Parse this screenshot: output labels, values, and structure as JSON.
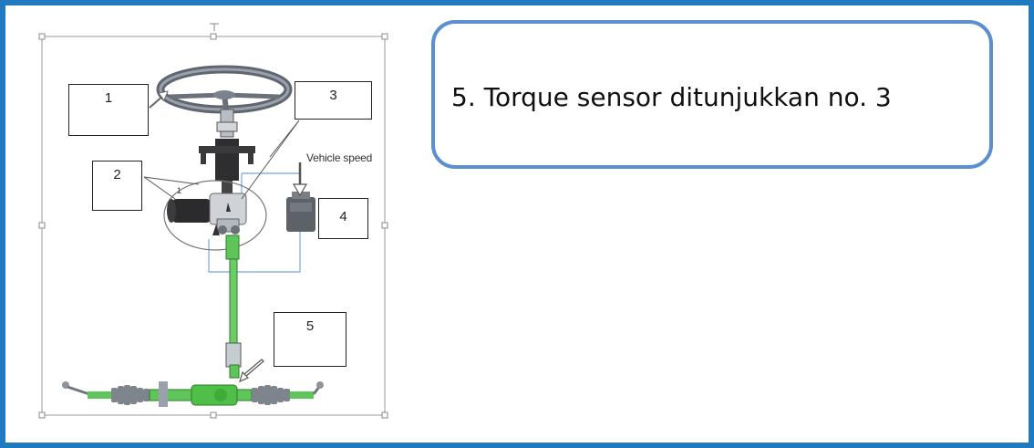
{
  "colors": {
    "border": "#1f7ac0",
    "callout_border": "#5b8fd0",
    "shaft_green": "#5fc45a",
    "wire_blue": "#8ab4e0"
  },
  "figure": {
    "labels": {
      "box1": "1",
      "box2": "2",
      "box3": "3",
      "box4": "4",
      "box5": "5",
      "vehicle_speed": "Vehicle speed"
    },
    "icons": [
      "steering-wheel-icon",
      "steering-column-icon",
      "motor-icon",
      "ecu-icon",
      "intermediate-shaft-icon",
      "steering-rack-icon"
    ]
  },
  "callout": {
    "text": "5. Torque sensor ditunjukkan no. 3"
  }
}
